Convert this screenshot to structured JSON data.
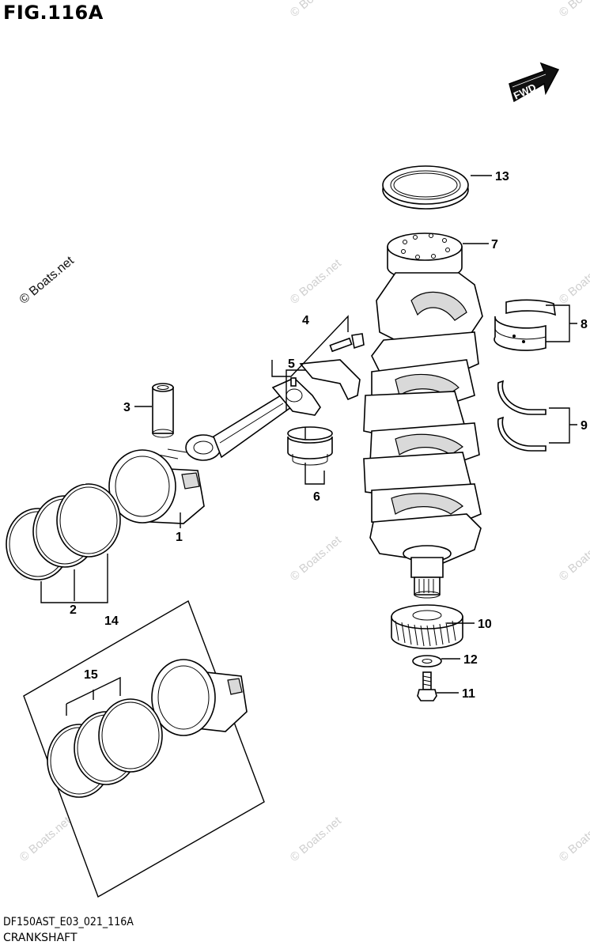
{
  "figure": {
    "title": "FIG.116A",
    "code": "DF150AST_E03_021_116A",
    "name": "CRANKSHAFT",
    "direction_badge": "FWD"
  },
  "watermark": {
    "text": "© Boats.net"
  },
  "callouts": [
    "1",
    "2",
    "3",
    "4",
    "5",
    "6",
    "7",
    "8",
    "9",
    "10",
    "11",
    "12",
    "13",
    "14",
    "15"
  ]
}
